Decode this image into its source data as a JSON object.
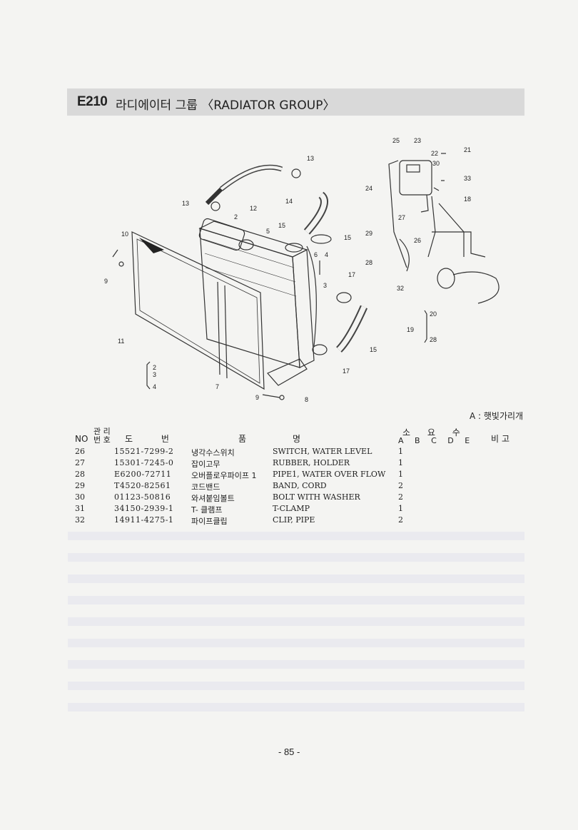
{
  "header": {
    "code": "E210",
    "title": "라디에이터 그룹 〈RADIATOR GROUP〉"
  },
  "diagram": {
    "callouts": [
      "13",
      "12",
      "13",
      "2",
      "5",
      "14",
      "15",
      "15",
      "6",
      "4",
      "10",
      "9",
      "3",
      "17",
      "11",
      "15",
      "17",
      "2",
      "3",
      "4",
      "7",
      "9",
      "8",
      "25",
      "23",
      "22",
      "21",
      "30",
      "33",
      "24",
      "18",
      "27",
      "29",
      "26",
      "28",
      "32",
      "19",
      "20",
      "28"
    ]
  },
  "legend": "A : 햇빛가리개",
  "table_header": {
    "no": "NO",
    "ref_line1": "관 리",
    "ref_line2": "번 호",
    "part_no": "도 번",
    "name_kr": "품",
    "name_en": "명",
    "qty": "소 요 수",
    "qty_cols": "A B C D E",
    "remark": "비고"
  },
  "parts": [
    {
      "no": "26",
      "part_no": "15521-7299-2",
      "name_kr": "냉각수스위치",
      "name_en": "SWITCH, WATER LEVEL",
      "qty": "1"
    },
    {
      "no": "27",
      "part_no": "15301-7245-0",
      "name_kr": "잡이고무",
      "name_en": "RUBBER, HOLDER",
      "qty": "1"
    },
    {
      "no": "28",
      "part_no": "E6200-72711",
      "name_kr": "오버플로우파이프 1",
      "name_en": "PIPE1, WATER OVER FLOW",
      "qty": "1"
    },
    {
      "no": "29",
      "part_no": "T4520-82561",
      "name_kr": "코드밴드",
      "name_en": "BAND, CORD",
      "qty": "2"
    },
    {
      "no": "30",
      "part_no": "01123-50816",
      "name_kr": "와셔붙임볼트",
      "name_en": "BOLT WITH WASHER",
      "qty": "2"
    },
    {
      "no": "31",
      "part_no": "34150-2939-1",
      "name_kr": "T- 클램프",
      "name_en": "T-CLAMP",
      "qty": "1"
    },
    {
      "no": "32",
      "part_no": "14911-4275-1",
      "name_kr": "파이프클립",
      "name_en": "CLIP, PIPE",
      "qty": "2"
    }
  ],
  "page_number": "- 85 -"
}
